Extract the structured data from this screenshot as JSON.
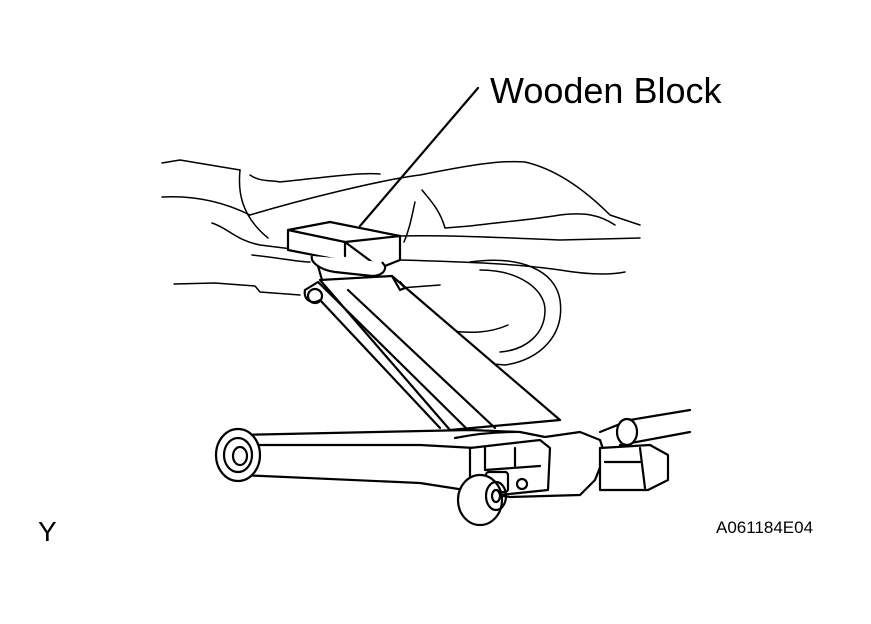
{
  "figure": {
    "callout_label": "Wooden Block",
    "corner_mark": "Y",
    "figure_code": "A061184E04"
  },
  "colors": {
    "ink": "#000000",
    "background": "#ffffff"
  },
  "icons": [
    "floor-jack",
    "wooden-block",
    "vehicle-underbody",
    "jack-wheel"
  ]
}
